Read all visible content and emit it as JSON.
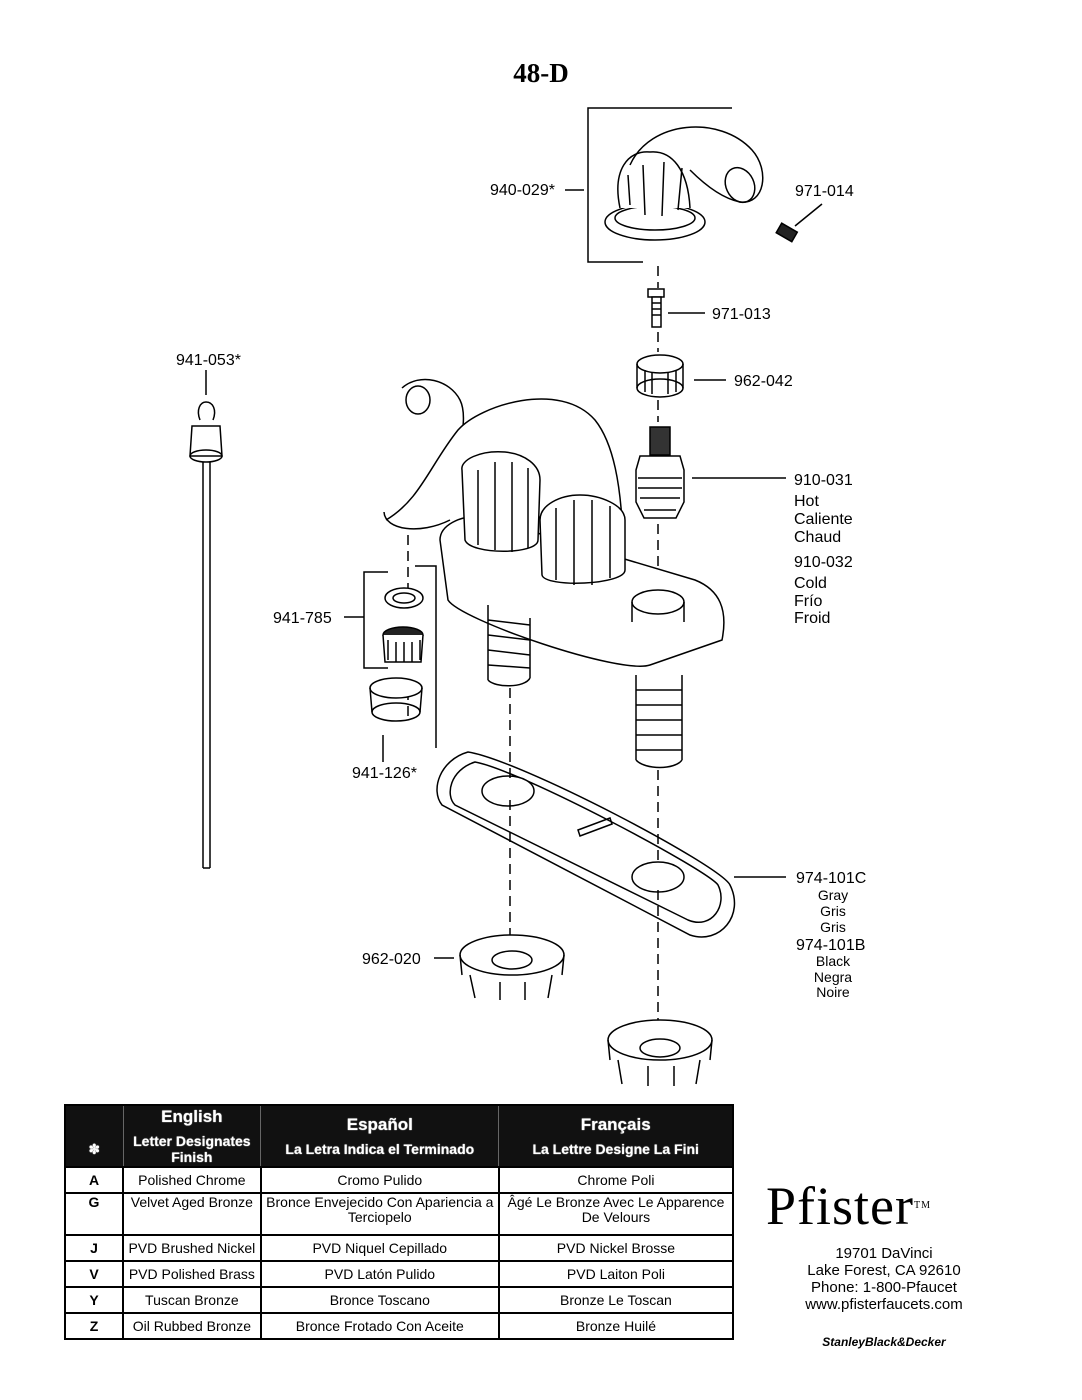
{
  "title": "48-D",
  "parts": {
    "p940_029": "940-029*",
    "p971_014": "971-014",
    "p971_013": "971-013",
    "p962_042": "962-042",
    "p941_053": "941-053*",
    "p910_031": "910-031",
    "hot": [
      "Hot",
      "Caliente",
      "Chaud"
    ],
    "p910_032": "910-032",
    "cold": [
      "Cold",
      "Frío",
      "Froid"
    ],
    "p941_785": "941-785",
    "p941_126": "941-126*",
    "p974_101C": "974-101C",
    "gray": [
      "Gray",
      "Gris",
      "Gris"
    ],
    "p974_101B": "974-101B",
    "black": [
      "Black",
      "Negra",
      "Noire"
    ],
    "p962_020": "962-020"
  },
  "finish_table": {
    "symbol": "✽",
    "headers": [
      {
        "lang": "English",
        "sub": "Letter Designates Finish"
      },
      {
        "lang": "Español",
        "sub": "La Letra Indica el Terminado"
      },
      {
        "lang": "Français",
        "sub": "La Lettre Designe La Fini"
      }
    ],
    "rows": [
      {
        "code": "A",
        "en": "Polished Chrome",
        "es": "Cromo Pulido",
        "fr": "Chrome Poli"
      },
      {
        "code": "G",
        "en": "Velvet Aged Bronze",
        "es": "Bronce Envejecido Con Apariencia a Terciopelo",
        "fr": "Âgé Le Bronze Avec Le Apparence De Velours"
      },
      {
        "code": "J",
        "en": "PVD Brushed Nickel",
        "es": "PVD Niquel Cepillado",
        "fr": "PVD Nickel Brosse"
      },
      {
        "code": "V",
        "en": "PVD Polished Brass",
        "es": "PVD Latón Pulido",
        "fr": "PVD Laiton Poli"
      },
      {
        "code": "Y",
        "en": "Tuscan Bronze",
        "es": "Bronce Toscano",
        "fr": "Bronze Le Toscan"
      },
      {
        "code": "Z",
        "en": "Oil Rubbed Bronze",
        "es": "Bronce Frotado Con Aceite",
        "fr": "Bronze Huilé"
      }
    ]
  },
  "brand": {
    "logo": "Pfister",
    "tm": "TM",
    "address": [
      "19701 DaVinci",
      "Lake Forest, CA 92610",
      "Phone: 1-800-Pfaucet",
      "www.pfisterfaucets.com"
    ],
    "corp": "StanleyBlack&Decker"
  }
}
